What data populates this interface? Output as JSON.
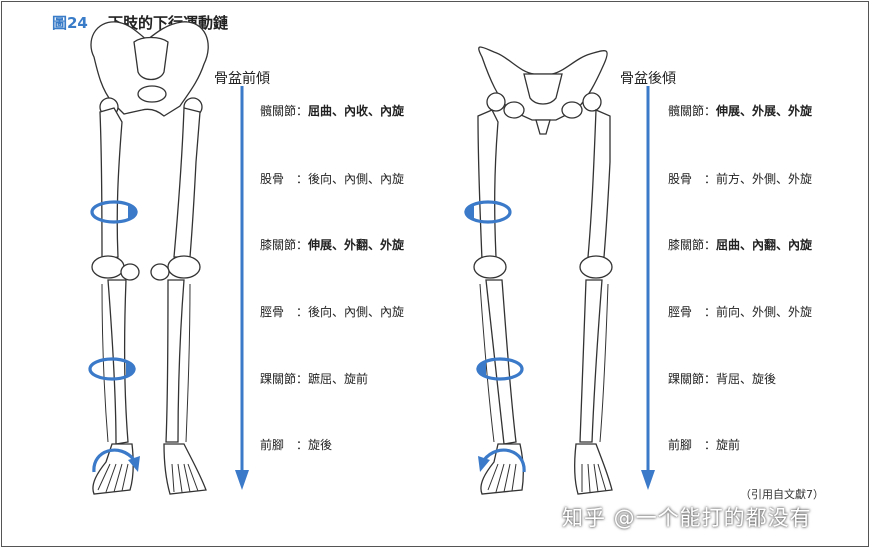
{
  "figure": {
    "number": "圖24",
    "title": "下肢的下行運動鏈"
  },
  "columns": [
    {
      "title": "骨盆前傾",
      "rows": [
        {
          "label": "髖關節：",
          "value": "屈曲、內收、內旋",
          "bold": true
        },
        {
          "label": "股骨　：",
          "value": "後向、內側、內旋",
          "bold": false
        },
        {
          "label": "膝關節：",
          "value": "伸展、外翻、外旋",
          "bold": true
        },
        {
          "label": "脛骨　：",
          "value": "後向、內側、內旋",
          "bold": false
        },
        {
          "label": "踝關節：",
          "value": "蹠屈、旋前",
          "bold": false
        },
        {
          "label": "前腳　：",
          "value": "旋後",
          "bold": false
        }
      ]
    },
    {
      "title": "骨盆後傾",
      "rows": [
        {
          "label": "髖關節：",
          "value": "伸展、外展、外旋",
          "bold": true
        },
        {
          "label": "股骨　：",
          "value": "前方、外側、外旋",
          "bold": false
        },
        {
          "label": "膝關節：",
          "value": "屈曲、內翻、內旋",
          "bold": true
        },
        {
          "label": "脛骨　：",
          "value": "前向、外側、外旋",
          "bold": false
        },
        {
          "label": "踝關節：",
          "value": "背屈、旋後",
          "bold": false
        },
        {
          "label": "前腳　：",
          "value": "旋前",
          "bold": false
        }
      ]
    }
  ],
  "reference": "（引用自文獻7）",
  "watermark": "知乎 @一个能打的都没有",
  "colors": {
    "accent": "#3b7ac9",
    "line": "#333333"
  }
}
